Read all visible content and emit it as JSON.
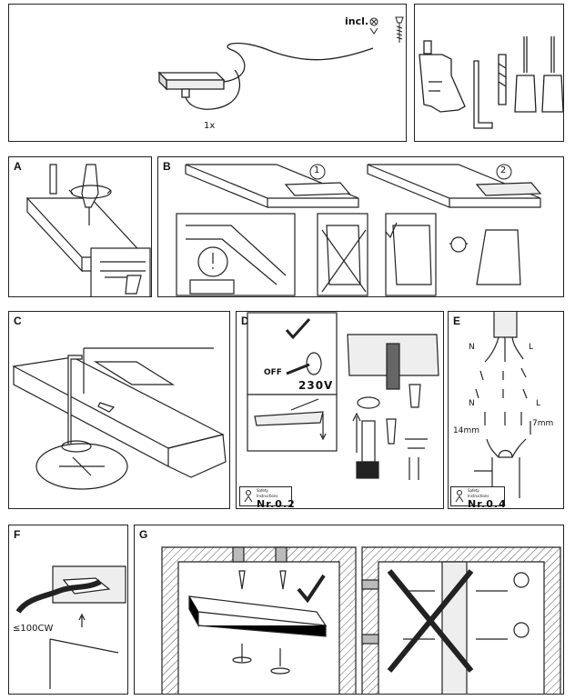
{
  "top": {
    "incl_label": "incl.",
    "quantity_label": "1x"
  },
  "panels": {
    "a": {
      "label": "A"
    },
    "b": {
      "label": "B",
      "step1": "1",
      "step2": "2"
    },
    "c": {
      "label": "C"
    },
    "d": {
      "label": "D",
      "off_label": "OFF",
      "voltage": "230V",
      "safety_title": "Safety Instructions",
      "safety_ref": "Nr.0.2"
    },
    "e": {
      "label": "E",
      "n_label": "N",
      "l_label": "L",
      "n2_label": "N",
      "l2_label": "L",
      "strip_long": "14mm",
      "strip_short": "7mm",
      "safety_title": "Safety Instructions",
      "safety_ref": "Nr.0.4"
    },
    "f": {
      "label": "F",
      "temp_label": "≤100CW"
    },
    "g": {
      "label": "G"
    }
  }
}
